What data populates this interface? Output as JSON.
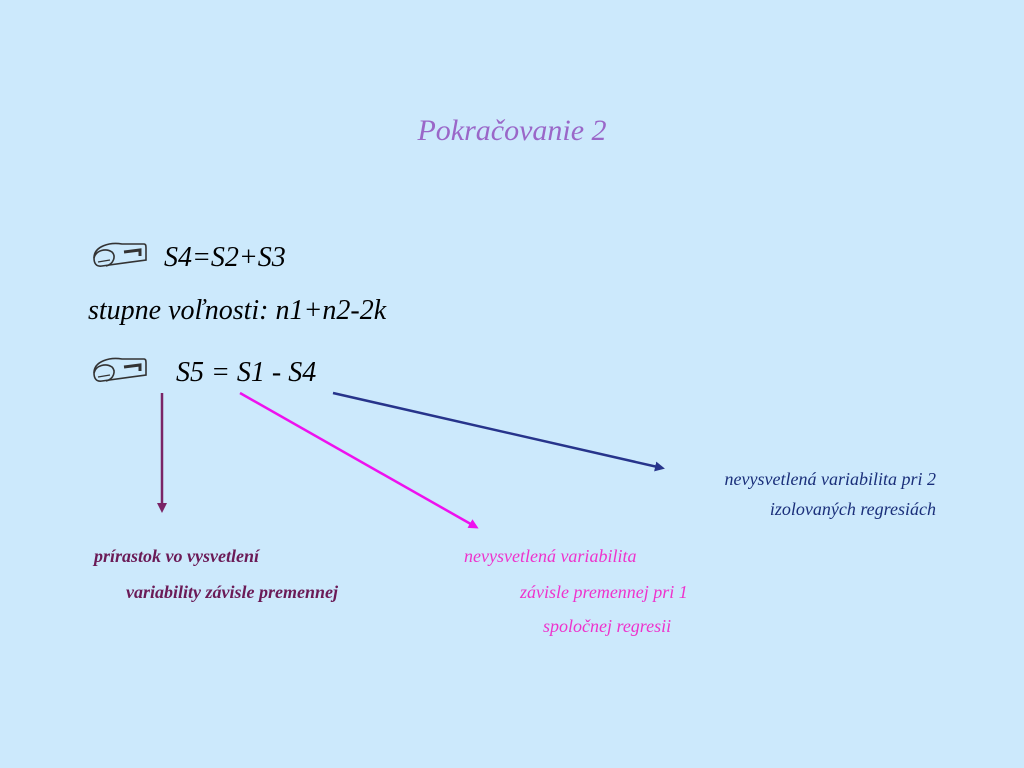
{
  "slide": {
    "title": "Pokračovanie 2"
  },
  "content": {
    "line1": "S4=S2+S3",
    "line2": "stupne voľnosti: n1+n2-2k",
    "line3": "S5 = S1 - S4",
    "bullet_icon": "mailbox-icon"
  },
  "annotations": {
    "left_line1": "prírastok vo vysvetlení",
    "left_line2": "variability závisle premennej",
    "middle_line1": "nevysvetlená variabilita",
    "middle_line2": "závisle premennej pri 1",
    "middle_line3": "spoločnej regresii",
    "right_line1": "nevysvetlená variabilita pri 2",
    "right_line2": "izolovaných regresiách"
  },
  "colors": {
    "background": "#cce9fc",
    "title": "#9a67c8",
    "purple_arrow": "#7a2466",
    "pink_arrow": "#ee11ee",
    "navy_arrow": "#27348b"
  }
}
